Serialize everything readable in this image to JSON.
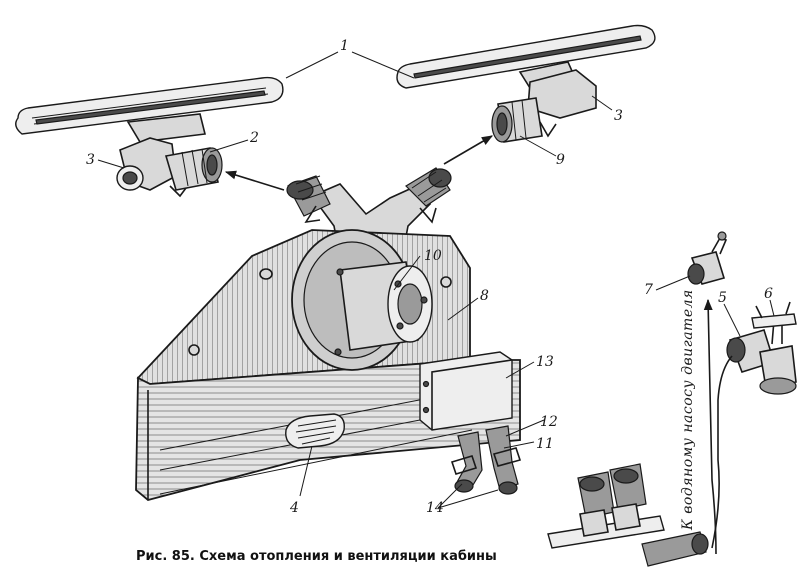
{
  "figure": {
    "callouts": {
      "c1": "1",
      "c2": "2",
      "c3a": "3",
      "c3b": "3",
      "c4": "4",
      "c5": "5",
      "c6": "6",
      "c7": "7",
      "c8": "8",
      "c9": "9",
      "c10": "10",
      "c11": "11",
      "c12": "12",
      "c13": "13",
      "c14": "14"
    },
    "vertical_label": "К водяному насосу двигателя",
    "caption": "Рис. 85. Схема отопления и вентиляции кабины"
  }
}
